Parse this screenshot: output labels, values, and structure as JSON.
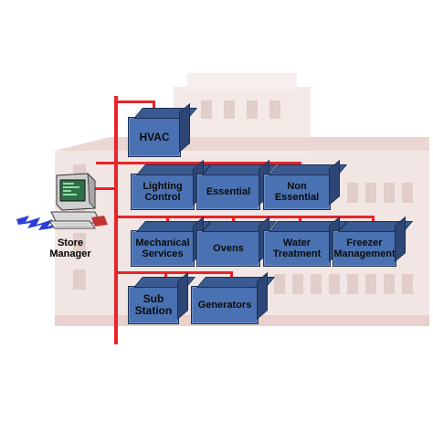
{
  "diagram": {
    "manager_label": "Store\nManager",
    "boxes": {
      "hvac": "HVAC",
      "lighting": "Lighting\nControl",
      "essential": "Essential",
      "non_essential": "Non\nEssential",
      "mechanical": "Mechanical\nServices",
      "ovens": "Ovens",
      "water": "Water\nTreatment",
      "freezer": "Freezer\nManagement",
      "substation": "Sub\nStation",
      "generators": "Generators"
    },
    "colors": {
      "box_fill": "#4a72b2",
      "box_top": "#3a5b91",
      "box_side": "#2d4675",
      "pipe": "#e8232a",
      "building": "#e9cfcb"
    },
    "icons": [
      "computer-icon",
      "network-signal-icon",
      "building-background"
    ]
  }
}
